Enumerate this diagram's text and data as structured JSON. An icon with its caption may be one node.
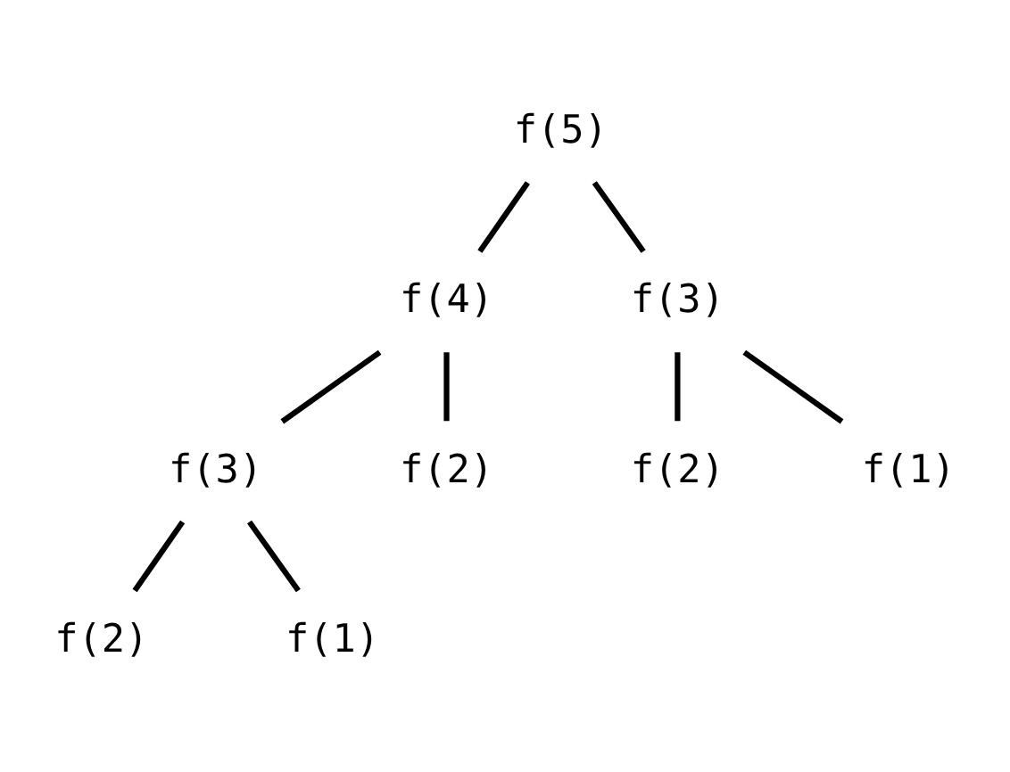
{
  "diagram": {
    "nodes": [
      {
        "text": [
          "f(5)"
        ]
      },
      {
        "text": [
          "f(4)"
        ]
      },
      {
        "text": [
          "f(3)"
        ]
      },
      {
        "text": [
          "f(3)"
        ]
      },
      {
        "text": [
          "f(2)"
        ]
      },
      {
        "text": [
          "f(2)"
        ]
      },
      {
        "text": [
          "f(1)"
        ]
      },
      {
        "text": [
          "f(2)"
        ]
      },
      {
        "text": [
          "f(1)"
        ]
      }
    ],
    "edges": [
      {
        "from": 0,
        "to": 1,
        "arrow": "none"
      },
      {
        "from": 0,
        "to": 2,
        "arrow": "none"
      },
      {
        "from": 1,
        "to": 3,
        "arrow": "none"
      },
      {
        "from": 1,
        "to": 4,
        "arrow": "none"
      },
      {
        "from": 2,
        "to": 5,
        "arrow": "none"
      },
      {
        "from": 2,
        "to": 6,
        "arrow": "none"
      },
      {
        "from": 3,
        "to": 7,
        "arrow": "none"
      },
      {
        "from": 3,
        "to": 8,
        "arrow": "none"
      }
    ]
  }
}
